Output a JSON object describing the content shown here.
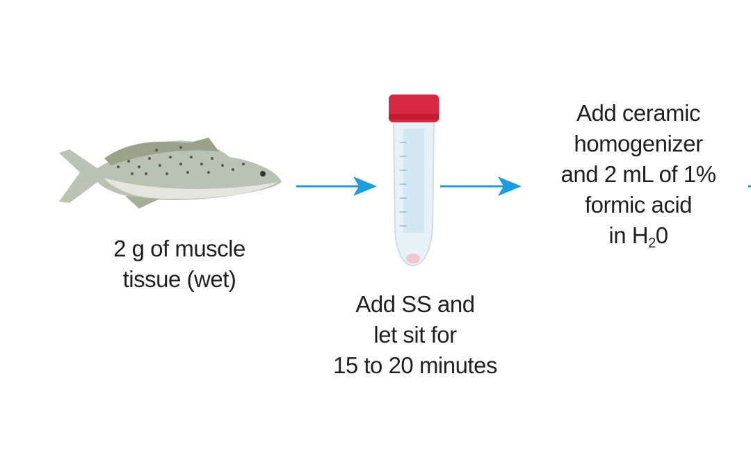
{
  "steps": [
    {
      "icon": "fish-icon",
      "lines": [
        "2 g of muscle",
        "tissue (wet)"
      ]
    },
    {
      "icon": "centrifuge-tube-icon",
      "lines": [
        "Add SS and",
        "let sit for",
        "15 to 20 minutes"
      ]
    },
    {
      "lines": [
        "Add ceramic",
        "homogenizer",
        "and 2 mL of 1%",
        "formic acid"
      ],
      "last_line_prefix": "in H",
      "last_line_sub": "2",
      "last_line_suffix": "0"
    }
  ],
  "colors": {
    "arrow": "#1a9ee0",
    "text": "#231f20",
    "cap": "#d8283f"
  }
}
